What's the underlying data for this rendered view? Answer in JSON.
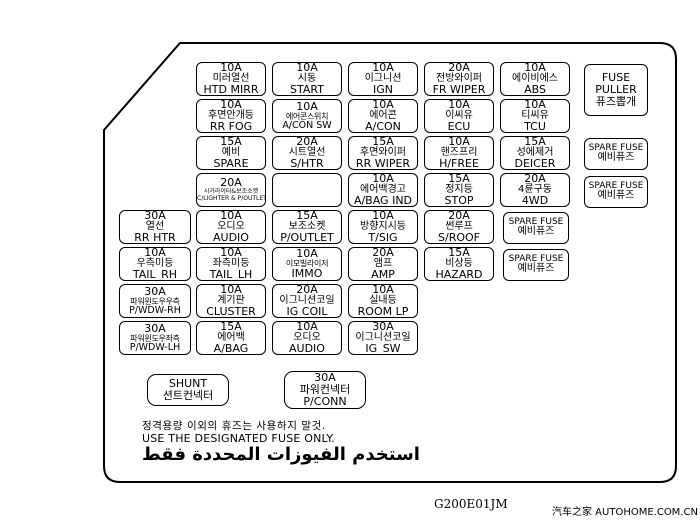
{
  "fuses": [
    {
      "amp": "10A",
      "korean": "미러열선",
      "english": "HTD MIRR"
    },
    {
      "amp": "10A",
      "korean": "시동",
      "english": "START"
    },
    {
      "amp": "10A",
      "korean": "이그니션",
      "english": "IGN"
    },
    {
      "amp": "20A",
      "korean": "전방와이퍼",
      "english": "FR WIPER"
    },
    {
      "amp": "10A",
      "korean": "에이비에스",
      "english": "ABS"
    },
    {
      "amp": "10A",
      "korean": "후면안개등",
      "english": "RR FOG"
    },
    {
      "amp": "10A",
      "korean": "에어콘스위치",
      "english": "A/CON SW"
    },
    {
      "amp": "10A",
      "korean": "에어콘",
      "english": "A/CON"
    },
    {
      "amp": "10A",
      "korean": "이씨유",
      "english": "ECU"
    },
    {
      "amp": "10A",
      "korean": "티씨유",
      "english": "TCU"
    },
    {
      "amp": "15A",
      "korean": "예비",
      "english": "SPARE"
    },
    {
      "amp": "20A",
      "korean": "시트열선",
      "english": "S/HTR"
    },
    {
      "amp": "15A",
      "korean": "후면와이퍼",
      "english": "RR WIPER"
    },
    {
      "amp": "10A",
      "korean": "핸즈프리",
      "english": "H/FREE"
    },
    {
      "amp": "15A",
      "korean": "성에제거",
      "english": "DEICER"
    },
    {
      "amp": "20A",
      "korean": "시거라이터&보조소켓",
      "english": "C/LIGHTER & P/OUTLET"
    },
    {
      "amp": "",
      "korean": "",
      "english": ""
    },
    {
      "amp": "10A",
      "korean": "에어백경고",
      "english": "A/BAG IND"
    },
    {
      "amp": "15A",
      "korean": "정지등",
      "english": "STOP"
    },
    {
      "amp": "20A",
      "korean": "4륜구동",
      "english": "4WD"
    },
    {
      "amp": "30A",
      "korean": "열선",
      "english": "RR HTR"
    },
    {
      "amp": "10A",
      "korean": "오디오",
      "english": "AUDIO"
    },
    {
      "amp": "15A",
      "korean": "보조소켓",
      "english": "P/OUTLET"
    },
    {
      "amp": "10A",
      "korean": "방향지시등",
      "english": "T/SIG"
    },
    {
      "amp": "20A",
      "korean": "썬루프",
      "english": "S/ROOF"
    },
    {
      "amp": "10A",
      "korean": "우측미등",
      "english": "TAIL_RH"
    },
    {
      "amp": "10A",
      "korean": "좌측미등",
      "english": "TAIL_LH"
    },
    {
      "amp": "10A",
      "korean": "이모빌라이저",
      "english": "IMMO"
    },
    {
      "amp": "20A",
      "korean": "앰프",
      "english": "AMP"
    },
    {
      "amp": "15A",
      "korean": "비상등",
      "english": "HAZARD"
    },
    {
      "amp": "30A",
      "korean": "파워윈도우우측",
      "english": "P/WDW-RH"
    },
    {
      "amp": "10A",
      "korean": "계기판",
      "english": "CLUSTER"
    },
    {
      "amp": "20A",
      "korean": "이그니션코일",
      "english": "IG COIL"
    },
    {
      "amp": "10A",
      "korean": "실내등",
      "english": "ROOM LP"
    },
    {
      "amp": "30A",
      "korean": "파워윈도우좌측",
      "english": "P/WDW-LH"
    },
    {
      "amp": "15A",
      "korean": "에어백",
      "english": "A/BAG"
    },
    {
      "amp": "10A",
      "korean": "오디오",
      "english": "AUDIO"
    },
    {
      "amp": "30A",
      "korean": "이그니션코일",
      "english": "IG_SW"
    }
  ],
  "fuse_puller": {
    "english_line1": "FUSE",
    "english_line2": "PULLER",
    "korean": "퓨즈뽑개"
  },
  "spare_fuses": [
    {
      "english": "SPARE FUSE",
      "korean": "예비퓨즈"
    },
    {
      "english": "SPARE FUSE",
      "korean": "예비퓨즈"
    },
    {
      "english": "SPARE FUSE",
      "korean": "예비퓨즈"
    },
    {
      "english": "SPARE FUSE",
      "korean": "예비퓨즈"
    }
  ],
  "shunt": {
    "english": "SHUNT",
    "korean": "션트컨넥터"
  },
  "power_connector": {
    "amp": "30A",
    "korean": "파워컨넥터",
    "english": "P/CONN"
  },
  "warning": {
    "korean": "정격용량 이외의 휴즈는 사용하지 말것.",
    "english": "USE THE DESIGNATED FUSE ONLY.",
    "arabic": "استخدم الفيوزات المحددة فقط"
  },
  "figure_code": "G200E01JM",
  "watermark": "汽车之家 AUTOHOME.COM.CN"
}
